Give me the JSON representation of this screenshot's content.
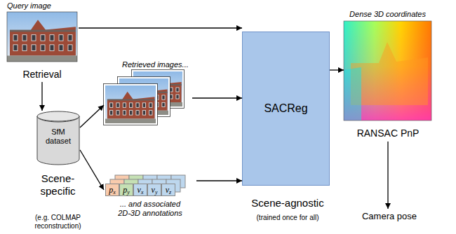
{
  "diagram": {
    "nodes": [
      {
        "text": [
          "Query image"
        ]
      },
      {
        "text": [
          "Retrieval"
        ]
      },
      {
        "text": [
          "Scene-specific",
          "(e.g. COLMAP reconstruction)"
        ]
      },
      {
        "text": [
          "SfM dataset"
        ],
        "in": 2
      },
      {
        "text": [
          "Retrieved images..."
        ]
      },
      {
        "text": [
          "... and associated 2D-3D annotations"
        ]
      },
      {
        "text": [
          "Scene-agnostic",
          "(trained once for all)"
        ]
      },
      {
        "text": [
          "SACReg"
        ],
        "in": 6
      },
      {
        "text": [
          "Dense 3D coordinates"
        ]
      },
      {
        "text": [
          "RANSAC PnP"
        ]
      },
      {
        "text": [
          "Camera pose"
        ]
      }
    ],
    "edges": [
      {
        "from": 1,
        "to": 3,
        "arrow": "to"
      },
      {
        "from": 0,
        "to": 7,
        "arrow": "to"
      },
      {
        "from": 3,
        "to": 4,
        "arrow": "to"
      },
      {
        "from": 3,
        "to": 5,
        "arrow": "to"
      },
      {
        "from": 4,
        "to": 7,
        "arrow": "to"
      },
      {
        "from": 5,
        "to": 7,
        "arrow": "to"
      },
      {
        "from": 7,
        "to": 8,
        "arrow": "to"
      },
      {
        "from": 9,
        "to": 10,
        "arrow": "to"
      }
    ],
    "labels": [
      "px",
      "py",
      "vx",
      "vy",
      "vz"
    ]
  }
}
